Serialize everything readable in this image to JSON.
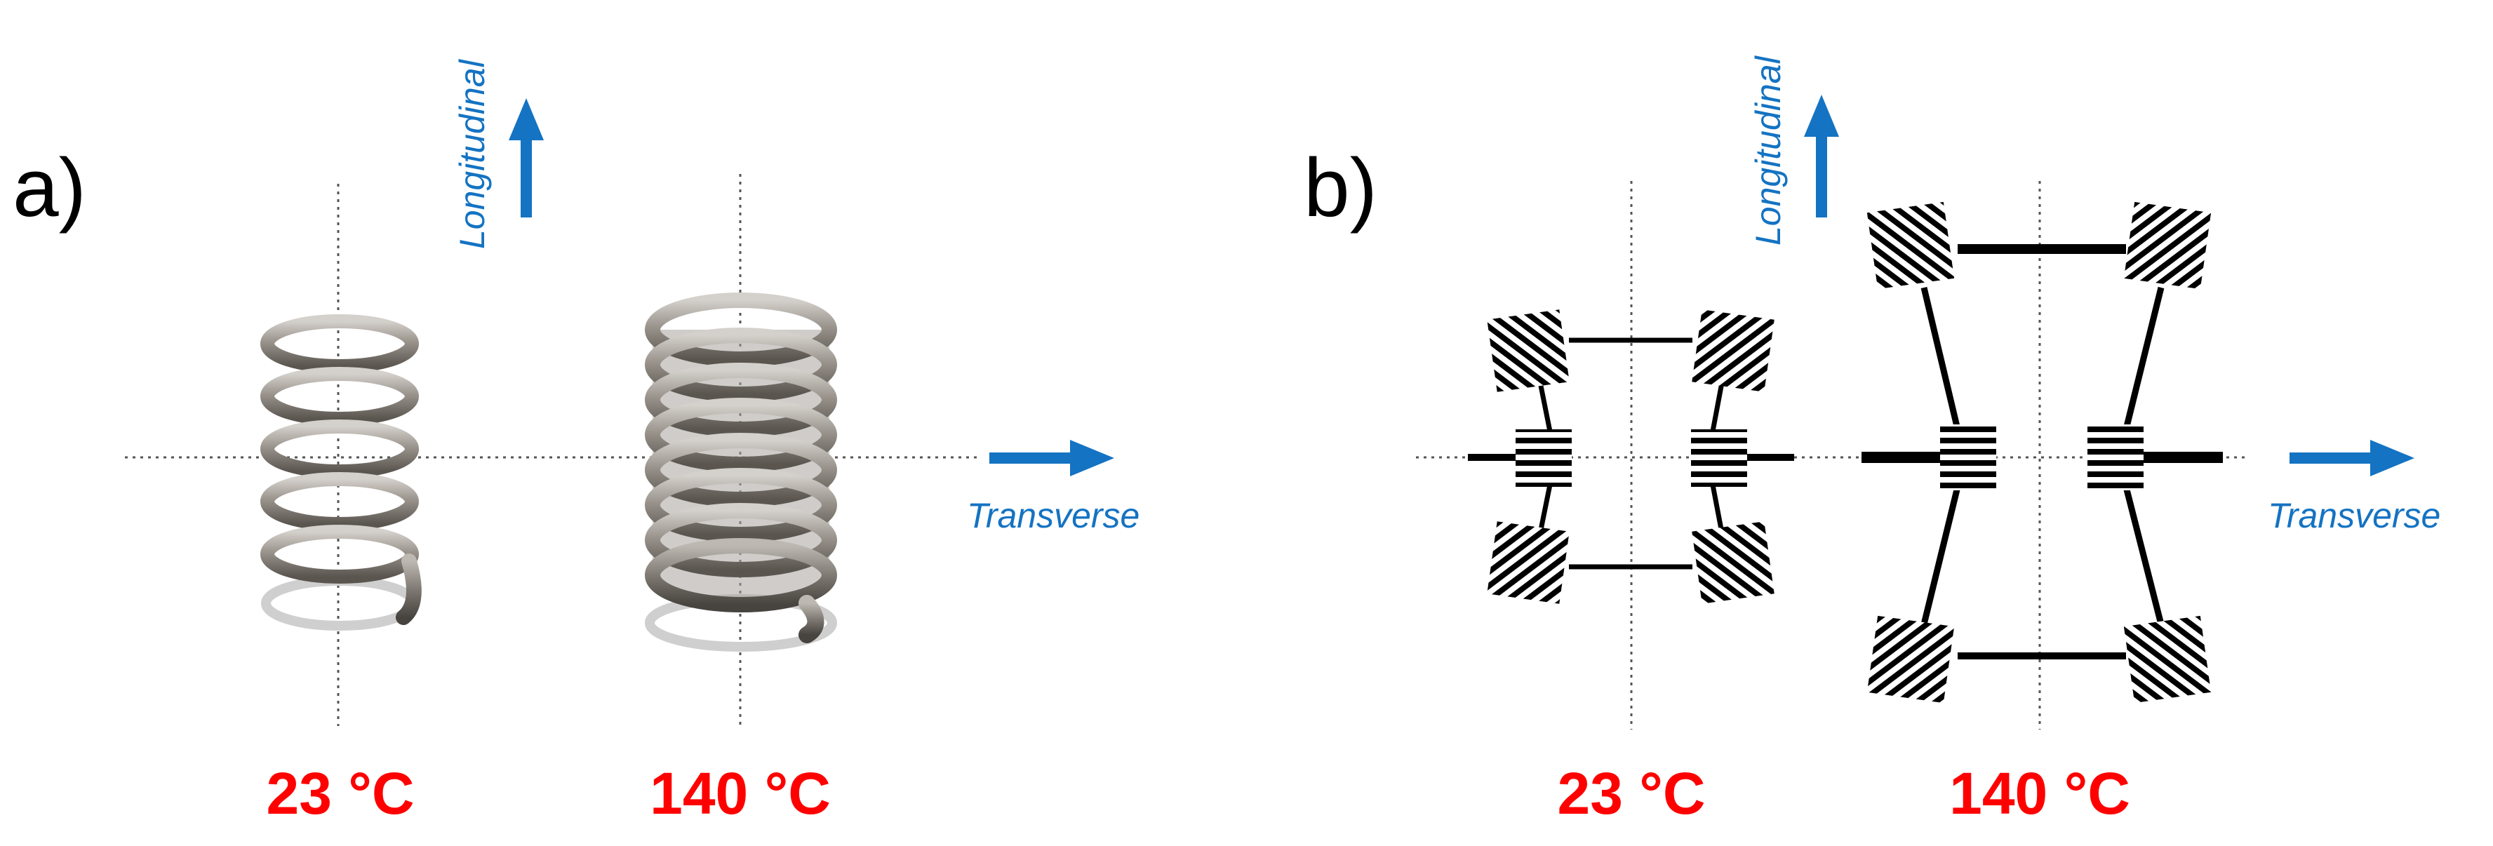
{
  "colors": {
    "accent_blue": "#1473c2",
    "temperature_red": "#ff0000",
    "spring_metal": "#8f8a84",
    "pattern_dark": "#000000"
  },
  "panel_a": {
    "label": "a)",
    "longitudinal_label": "Longitudinal",
    "transverse_label": "Transverse",
    "temp_low": "23 °C",
    "temp_high": "140 °C",
    "icons": [
      "arrow-up-icon",
      "arrow-right-icon",
      "coil-spring-icon"
    ]
  },
  "panel_b": {
    "label": "b)",
    "longitudinal_label": "Longitudinal",
    "transverse_label": "Transverse",
    "temp_low": "23 °C",
    "temp_high": "140 °C",
    "icons": [
      "arrow-up-icon",
      "arrow-right-icon",
      "striped-block-icon"
    ]
  }
}
